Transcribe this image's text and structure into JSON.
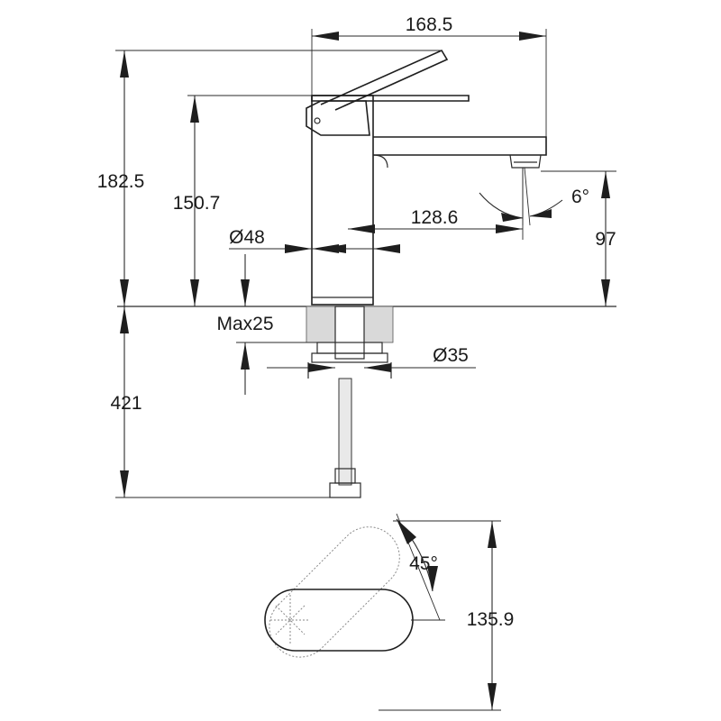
{
  "dimensions": {
    "spout_reach_total": "168.5",
    "total_height": "182.5",
    "spout_height": "150.7",
    "outlet_reach": "128.6",
    "tilt_angle": "6°",
    "outlet_height": "97",
    "body_diameter": "Ø48",
    "counter_max_thickness": "Max25",
    "thread_diameter": "Ø35",
    "hose_length": "421",
    "lever_rotation": "45°",
    "handle_height": "135.9"
  }
}
